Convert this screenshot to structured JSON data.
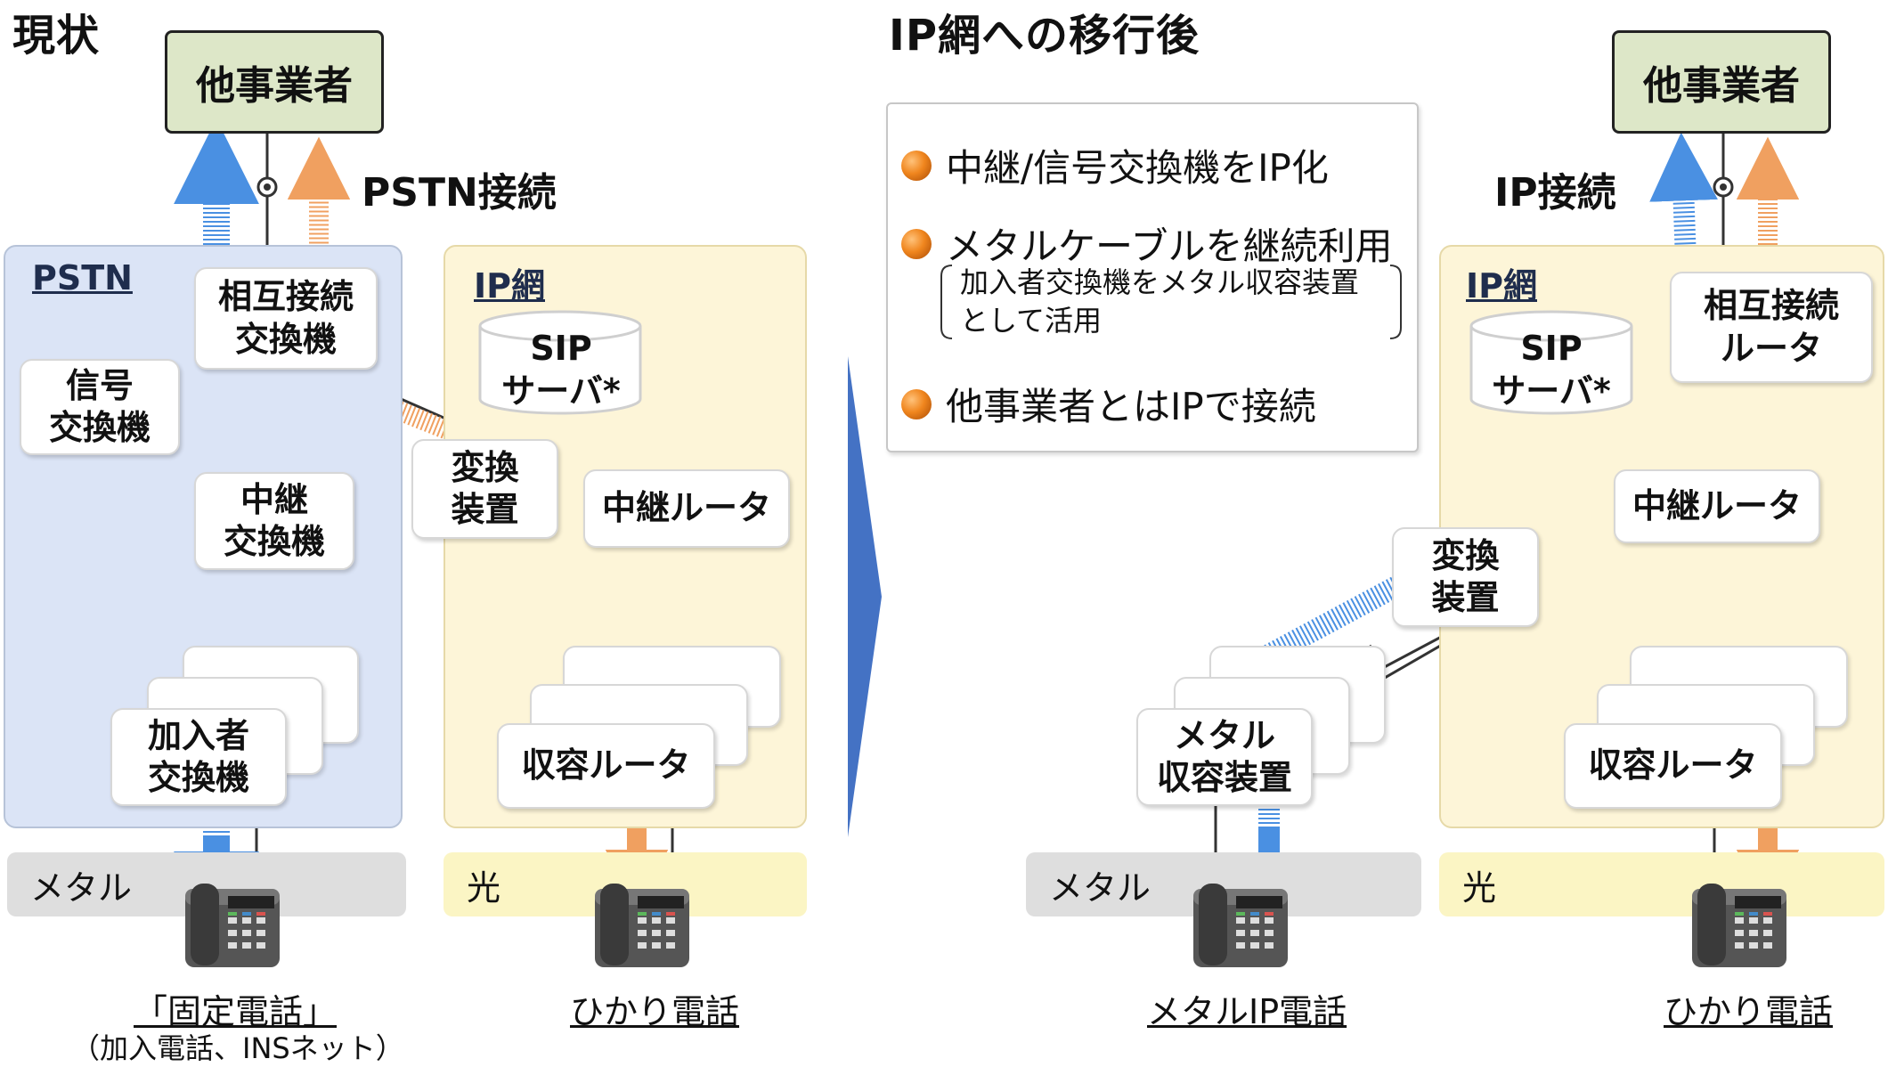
{
  "left": {
    "title": "現状",
    "carrier": "他事業者",
    "connection_label": "PSTN接続",
    "pstn_label": "PSTN",
    "ip_label": "IP網",
    "nodes": {
      "interconnect": "相互接続\n交換機",
      "signal": "信号\n交換機",
      "relay": "中継\n交換機",
      "subscriber": "加入者\n交換機",
      "converter": "変換\n装置",
      "relay_router": "中継ルータ",
      "access_router": "収容ルータ",
      "sip": "SIP\nサーバ*"
    },
    "strip_metal": "メタル",
    "strip_hikari": "光",
    "phone_fixed": "「固定電話」",
    "phone_fixed_sub": "（加入電話、INSネット）",
    "phone_hikari": "ひかり電話"
  },
  "right": {
    "title": "IP網への移行後",
    "carrier": "他事業者",
    "connection_label": "IP接続",
    "ip_label": "IP網",
    "bullets": [
      "中継/信号交換機をIP化",
      "メタルケーブルを継続利用",
      "他事業者とはIPで接続"
    ],
    "note": "加入者交換機をメタル収容装置\nとして活用",
    "nodes": {
      "interconnect": "相互接続\nルータ",
      "sip": "SIP\nサーバ*",
      "converter": "変換\n装置",
      "relay_router": "中継ルータ",
      "metal_access": "メタル\n収容装置",
      "access_router": "収容ルータ"
    },
    "strip_metal": "メタル",
    "strip_hikari": "光",
    "phone_metal_ip": "メタルIP電話",
    "phone_hikari": "ひかり電話"
  },
  "colors": {
    "pstn_region": "#dbe4f6",
    "ip_region": "#fdf5d8",
    "carrier_fill": "#dde7c8",
    "blue_path": "#4a90e2",
    "orange_path": "#f0a060",
    "dashed_signal": "#5585c8"
  }
}
